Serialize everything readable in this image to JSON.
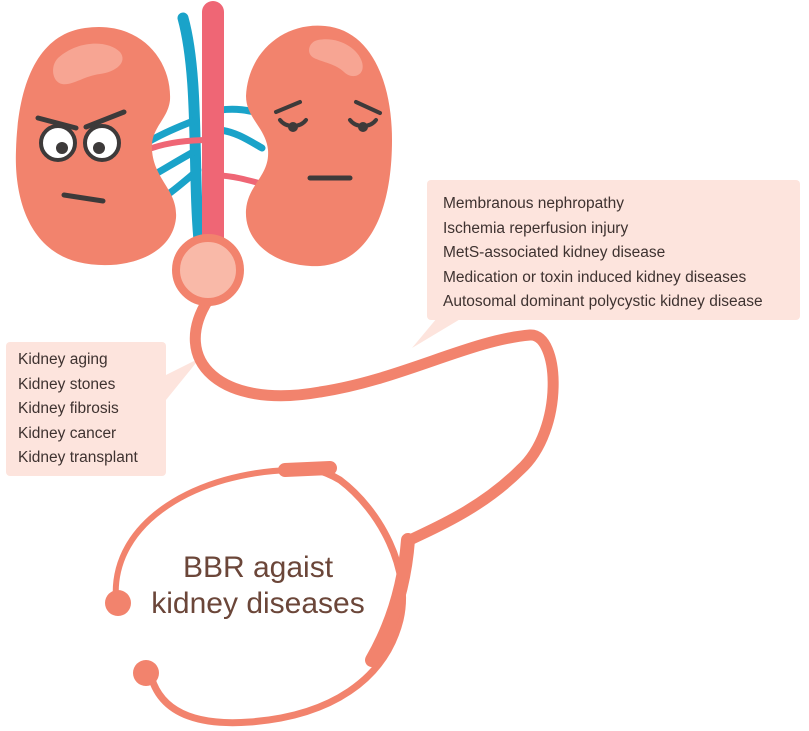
{
  "colors": {
    "kidney": "#f2836d",
    "kidney_highlight": "#f7a593",
    "artery": "#ef6675",
    "vein": "#1aa3c9",
    "tube": "#f2836d",
    "callout_bg": "#fde4dd",
    "title_text": "#6b4639",
    "face": "#3d3a3a"
  },
  "callouts": {
    "right": [
      "Membranous nephropathy",
      "Ischemia reperfusion injury",
      "MetS-associated kidney disease",
      "Medication or toxin induced kidney diseases",
      "Autosomal dominant polycystic kidney disease"
    ],
    "left": [
      "Kidney aging",
      "Kidney stones",
      "Kidney fibrosis",
      "Kidney cancer",
      "Kidney transplant"
    ]
  },
  "center_title": {
    "line1": "BBR agaist",
    "line2": "kidney diseases"
  }
}
